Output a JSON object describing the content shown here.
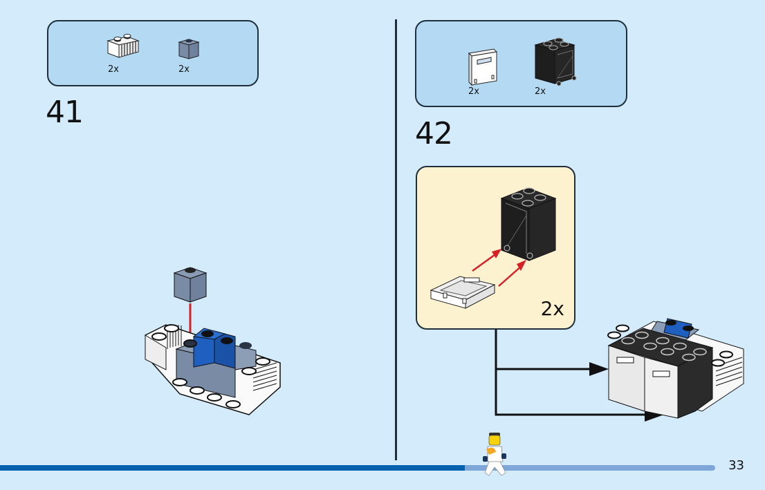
{
  "page": {
    "number": "33",
    "progress_percent": 65,
    "colors": {
      "background": "#d3ebfa",
      "parts_box": "#b4d9f2",
      "sub_box": "#fdf2cf",
      "progress_fill": "#0762ad",
      "progress_track": "#7fa6d8",
      "arrow_red": "#d42027"
    }
  },
  "steps": [
    {
      "number": "41",
      "parts": [
        {
          "name": "white 1x2 brick with grille",
          "quantity": "2x"
        },
        {
          "name": "sand blue 1x1 brick",
          "quantity": "2x"
        }
      ]
    },
    {
      "number": "42",
      "parts": [
        {
          "name": "white container door",
          "quantity": "2x"
        },
        {
          "name": "black 2x2 container",
          "quantity": "2x"
        }
      ],
      "sub_assembly": {
        "quantity": "2x"
      }
    }
  ]
}
